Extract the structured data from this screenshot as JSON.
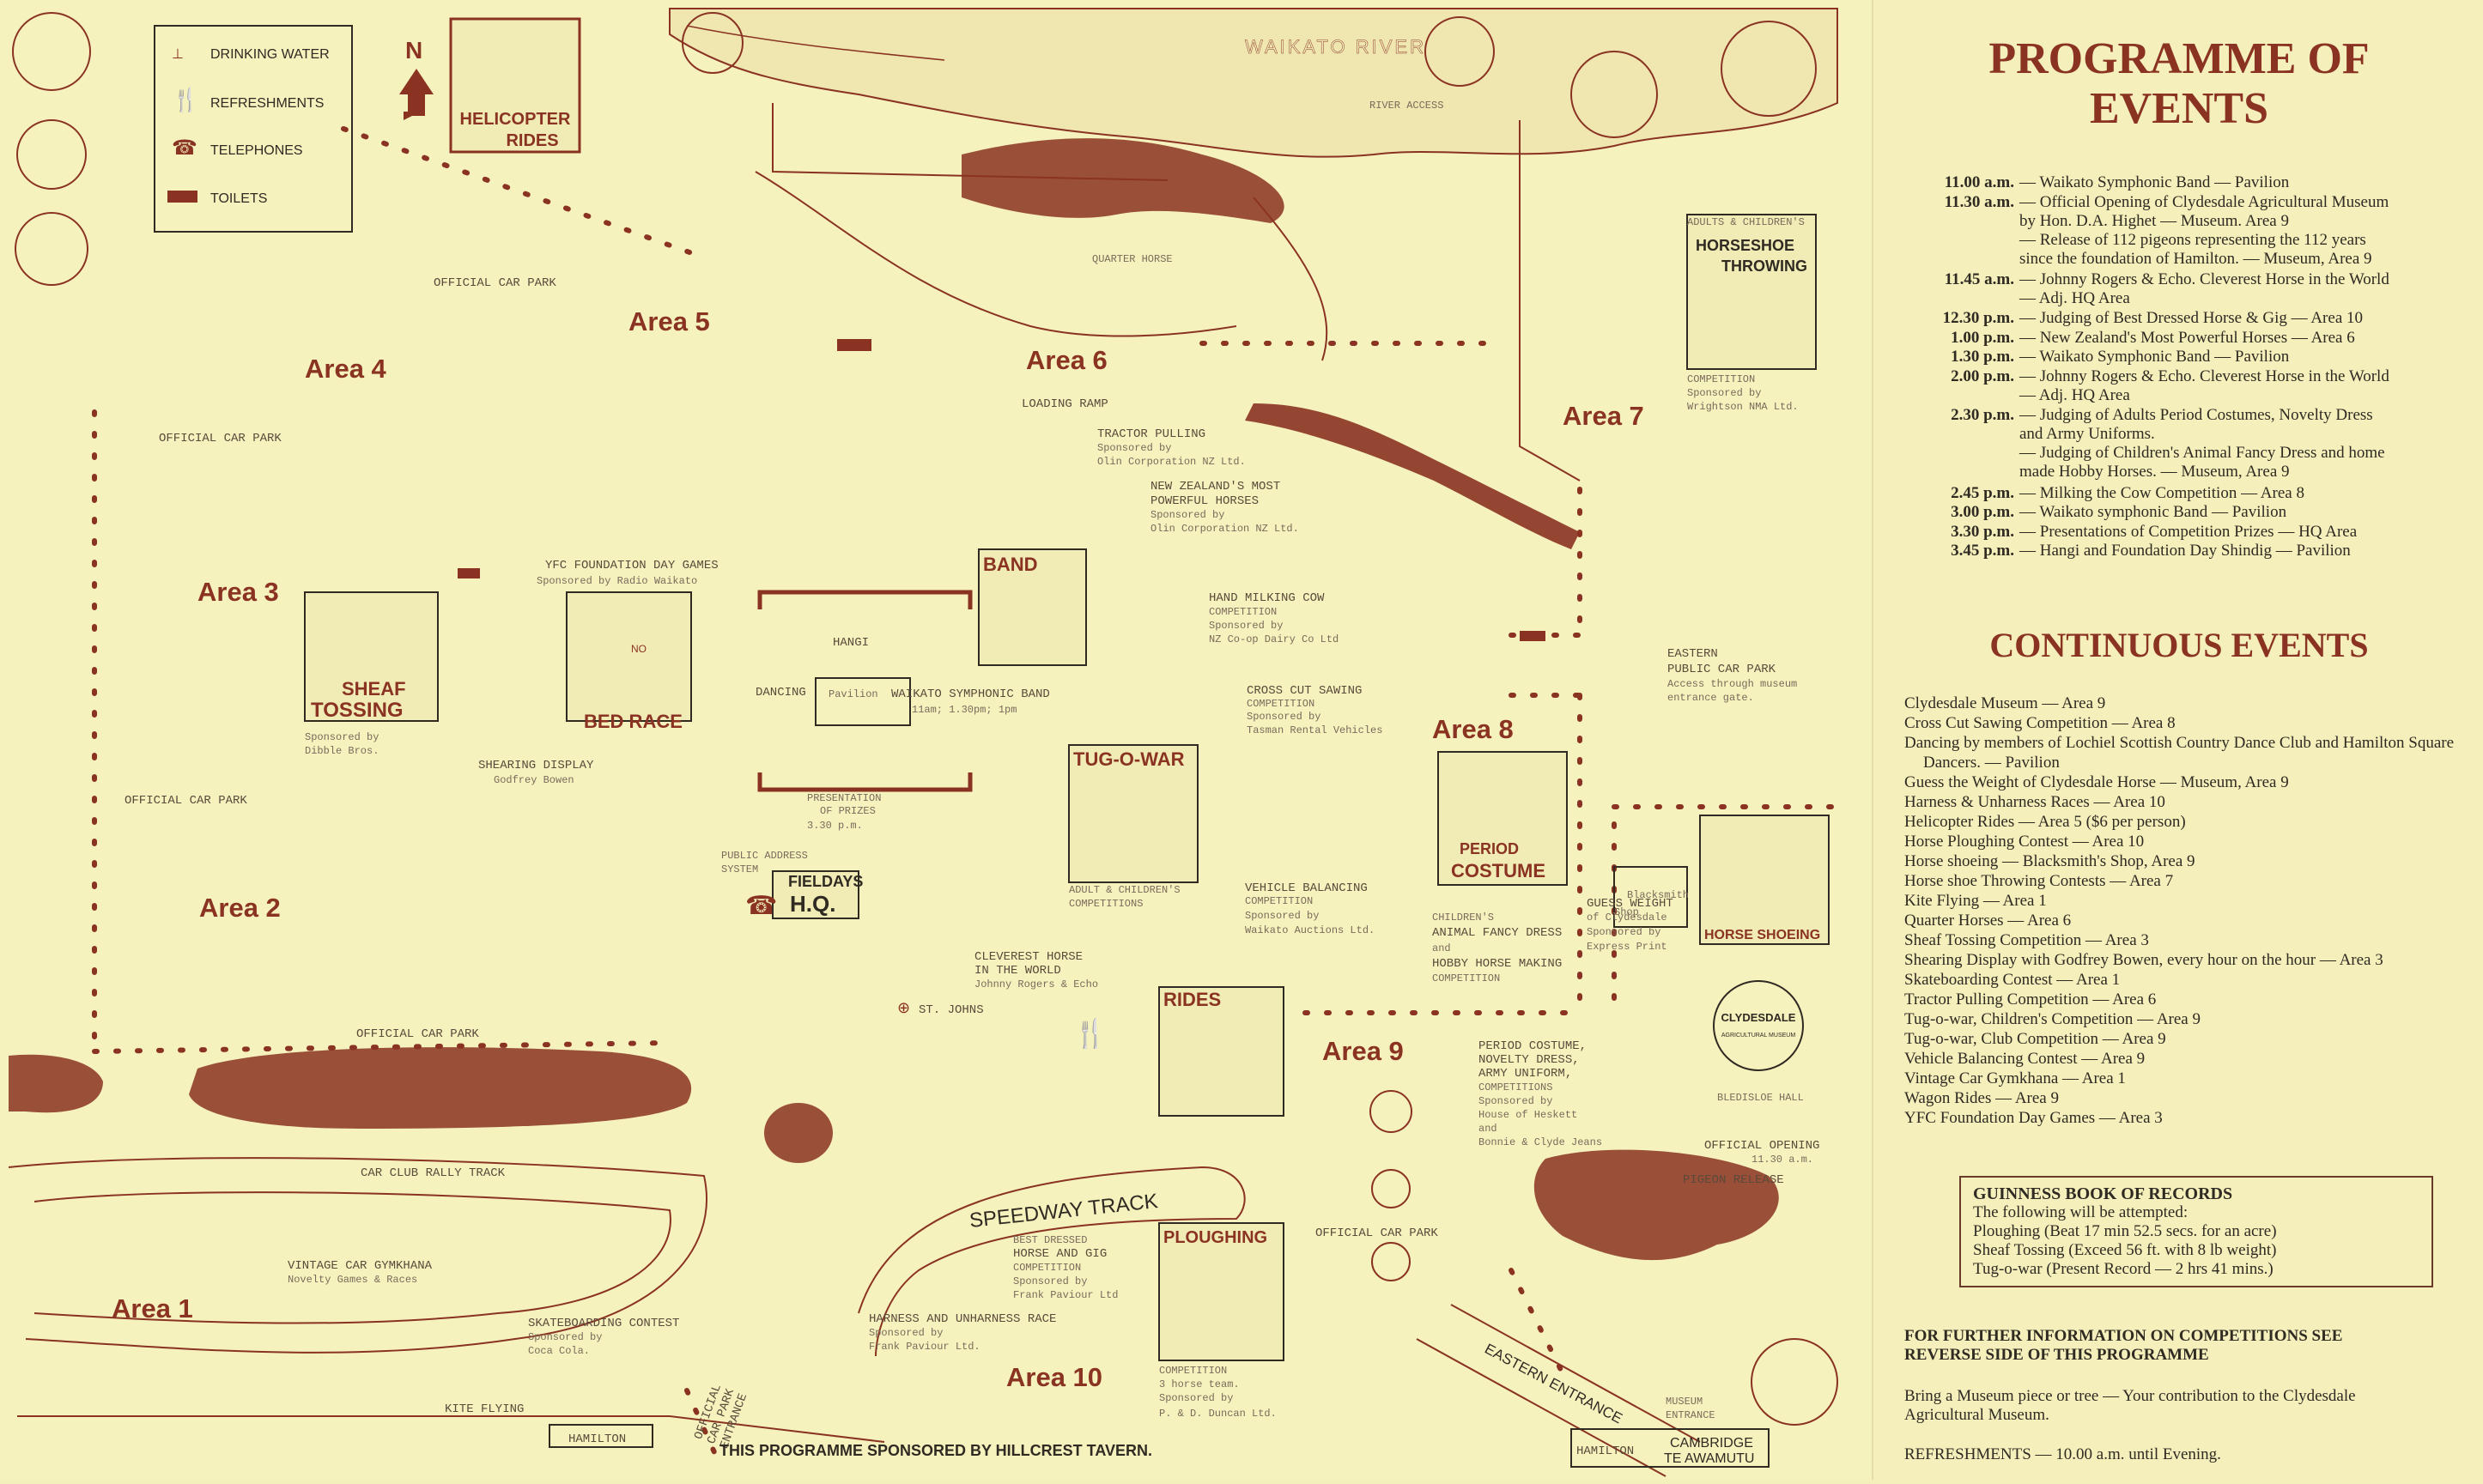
{
  "legend": {
    "items": [
      {
        "icon": "tap-icon",
        "label": "DRINKING WATER"
      },
      {
        "icon": "cutlery-icon",
        "label": "REFRESHMENTS"
      },
      {
        "icon": "telephone-icon",
        "label": "TELEPHONES"
      },
      {
        "icon": "toilet-icon",
        "label": "TOILETS"
      }
    ]
  },
  "north": "N",
  "colors": {
    "ink": "#8a3322",
    "paper": "#f6f2be",
    "text": "#2f2a22"
  },
  "map": {
    "river": "WAIKATO RIVER",
    "river_access": "RIVER ACCESS",
    "areas": [
      "Area 1",
      "Area 2",
      "Area 3",
      "Area 4",
      "Area 5",
      "Area 6",
      "Area 7",
      "Area 8",
      "Area 9",
      "Area 10"
    ],
    "car_parks": [
      "OFFICIAL CAR PARK",
      "OFFICIAL CAR PARK",
      "OFFICIAL CAR PARK",
      "OFFICIAL CAR PARK",
      "OFFICIAL CAR PARK"
    ],
    "eastern_car_park": [
      "EASTERN",
      "PUBLIC CAR PARK",
      "Access through museum",
      "entrance gate."
    ],
    "loading_ramp": "LOADING RAMP",
    "quarter_horse": "QUARTER HORSE",
    "tractor": [
      "TRACTOR PULLING",
      "Sponsored by",
      "Olin Corporation NZ Ltd."
    ],
    "powerful": [
      "NEW ZEALAND'S MOST",
      "POWERFUL HORSES",
      "Sponsored by",
      "Olin Corporation NZ Ltd."
    ],
    "ytc": [
      "YFC FOUNDATION DAY GAMES",
      "Sponsored by Radio Waikato"
    ],
    "hangi": "HANGI",
    "dancing": "DANCING",
    "pavilion": "Pavilion",
    "band": [
      "WAIKATO SYMPHONIC BAND",
      "11am; 1.30pm; 1pm"
    ],
    "milking": [
      "HAND MILKING COW",
      "COMPETITION",
      "Sponsored by",
      "NZ Co-op Dairy Co Ltd"
    ],
    "crosscut": [
      "CROSS CUT SAWING",
      "COMPETITION",
      "Sponsored by",
      "Tasman Rental Vehicles"
    ],
    "shearing": [
      "SHEARING DISPLAY",
      "Godfrey Bowen"
    ],
    "sheaf_sponsor": [
      "Sponsored by",
      "Dibble Bros."
    ],
    "prizes": [
      "PRESENTATION",
      "OF PRIZES",
      "3.30 p.m."
    ],
    "pa": [
      "PUBLIC ADDRESS",
      "SYSTEM"
    ],
    "hq": [
      "FIELDAYS",
      "H.Q."
    ],
    "tug_sub": [
      "ADULT & CHILDREN'S",
      "COMPETITIONS"
    ],
    "vehicle": [
      "VEHICLE BALANCING",
      "COMPETITION",
      "Sponsored by",
      "Waikato Auctions Ltd."
    ],
    "children": [
      "CHILDREN'S",
      "ANIMAL FANCY DRESS",
      "and",
      "HOBBY HORSE MAKING",
      "COMPETITION"
    ],
    "guess": [
      "GUESS WEIGHT",
      "of Clydesdale",
      "Sponsored by",
      "Express Print"
    ],
    "blacksmith": [
      "Blacksmith",
      "Shop"
    ],
    "clever": [
      "CLEVEREST HORSE",
      "IN THE WORLD",
      "Johnny Rogers & Echo"
    ],
    "stjohns": "ST. JOHNS",
    "period": [
      "PERIOD COSTUME,",
      "NOVELTY DRESS,",
      "ARMY UNIFORM,",
      "COMPETITIONS",
      "Sponsored by",
      "House of Heskett",
      "and",
      "Bonnie & Clyde Jeans"
    ],
    "bledisloe": "BLEDISLOE HALL",
    "opening": [
      "OFFICIAL OPENING",
      "11.30 a.m."
    ],
    "pigeon": "PIGEON RELEASE",
    "car_club": "CAR CLUB RALLY TRACK",
    "vintage": [
      "VINTAGE CAR GYMKHANA",
      "Novelty Games & Races"
    ],
    "speedway": "SPEEDWAY TRACK",
    "best_dressed": [
      "BEST DRESSED",
      "HORSE AND GIG",
      "COMPETITION",
      "Sponsored by",
      "Frank Paviour Ltd"
    ],
    "harness": [
      "HARNESS AND UNHARNESS RACE",
      "Sponsored by",
      "Frank Paviour Ltd."
    ],
    "plough_sub": [
      "COMPETITION",
      "3 horse team.",
      "Sponsored by",
      "P. & D. Duncan Ltd."
    ],
    "skate": [
      "SKATEBOARDING CONTEST",
      "Sponsored by",
      "Coca Cola."
    ],
    "official_entrance": [
      "OFFICIAL",
      "CAR PARK",
      "ENTRANCE"
    ],
    "kite": "KITE FLYING",
    "hamilton_left": "HAMILTON",
    "eastern_entrance": "EASTERN ENTRANCE",
    "museum_entrance": [
      "MUSEUM",
      "ENTRANCE"
    ],
    "hamilton_right": "HAMILTON",
    "cambridge": [
      "CAMBRIDGE",
      "TE AWAMUTU"
    ],
    "horseshoe_sub": [
      "ADULTS & CHILDREN'S"
    ],
    "horseshoe_sponsor": [
      "COMPETITION",
      "Sponsored by",
      "Wrightson NMA Ltd."
    ],
    "sponsor_footer": "THIS PROGRAMME SPONSORED BY HILLCREST TAVERN.",
    "clydesdale_seal": "CLYDESDALE",
    "seal_sub": "AGRICULTURAL MUSEUM",
    "signs": [
      "HELICOPTER",
      "RIDES",
      "SHEAF",
      "TOSSING",
      "BED RACE",
      "BAND",
      "TUG-O-WAR",
      "PERIOD",
      "COSTUME",
      "HORSE SHOEING",
      "RIDES",
      "PLOUGHING",
      "HORSESHOE",
      "THROWING",
      "NO"
    ]
  },
  "programme": {
    "title": [
      "PROGRAMME OF",
      "EVENTS"
    ],
    "events": [
      {
        "time": "11.00 a.m.",
        "lines": [
          "— Waikato Symphonic Band — Pavilion"
        ]
      },
      {
        "time": "11.30 a.m.",
        "lines": [
          "— Official Opening of Clydesdale Agricultural Museum",
          "by Hon. D.A. Highet — Museum. Area 9",
          "— Release of 112 pigeons representing the 112 years",
          "since the foundation of Hamilton. — Museum, Area 9"
        ]
      },
      {
        "time": "11.45 a.m.",
        "lines": [
          "— Johnny Rogers & Echo. Cleverest Horse in the World",
          "— Adj. HQ Area"
        ]
      },
      {
        "time": "12.30 p.m.",
        "lines": [
          "— Judging of Best Dressed Horse & Gig — Area 10"
        ]
      },
      {
        "time": "1.00 p.m.",
        "lines": [
          "— New Zealand's Most Powerful Horses — Area 6"
        ]
      },
      {
        "time": "1.30 p.m.",
        "lines": [
          "— Waikato Symphonic Band — Pavilion"
        ]
      },
      {
        "time": "2.00 p.m.",
        "lines": [
          "— Johnny Rogers & Echo. Cleverest Horse in the World",
          "— Adj. HQ Area"
        ]
      },
      {
        "time": "2.30 p.m.",
        "lines": [
          "— Judging of Adults Period Costumes, Novelty Dress",
          "and Army Uniforms.",
          "— Judging of Children's Animal Fancy Dress and home",
          "made Hobby Horses. — Museum, Area 9"
        ]
      },
      {
        "time": "2.45 p.m.",
        "lines": [
          "— Milking the Cow Competition — Area 8"
        ]
      },
      {
        "time": "3.00 p.m.",
        "lines": [
          "— Waikato symphonic Band — Pavilion"
        ]
      },
      {
        "time": "3.30 p.m.",
        "lines": [
          "— Presentations of Competition Prizes — HQ Area"
        ]
      },
      {
        "time": "3.45 p.m.",
        "lines": [
          "— Hangi and Foundation Day Shindig — Pavilion"
        ]
      }
    ]
  },
  "continuous": {
    "title": "CONTINUOUS EVENTS",
    "items": [
      "Clydesdale Museum — Area 9",
      "Cross Cut Sawing Competition — Area 8",
      "Dancing by members of Lochiel Scottish Country Dance Club and Hamilton Square Dancers. — Pavilion",
      "Guess the Weight of Clydesdale Horse — Museum, Area 9",
      "Harness & Unharness Races — Area 10",
      "Helicopter Rides — Area 5 ($6 per person)",
      "Horse Ploughing Contest — Area 10",
      "Horse shoeing — Blacksmith's Shop, Area 9",
      "Horse shoe Throwing Contests — Area 7",
      "Kite Flying — Area 1",
      "Quarter Horses — Area 6",
      "Sheaf Tossing Competition — Area 3",
      "Shearing Display with Godfrey Bowen, every hour on the hour — Area 3",
      "Skateboarding Contest — Area 1",
      "Tractor Pulling Competition — Area 6",
      "Tug-o-war, Children's Competition — Area 9",
      "Tug-o-war, Club Competition — Area 9",
      "Vehicle Balancing Contest — Area 9",
      "Vintage Car Gymkhana — Area 1",
      "Wagon Rides — Area 9",
      "YFC Foundation Day Games — Area 3"
    ]
  },
  "guinness": {
    "title": "GUINNESS BOOK OF RECORDS",
    "lines": [
      "The following will be attempted:",
      "Ploughing (Beat 17 min 52.5 secs. for an acre)",
      "Sheaf Tossing (Exceed 56 ft. with 8 lb weight)",
      "Tug-o-war (Present Record — 2 hrs 41 mins.)"
    ]
  },
  "further": [
    "FOR FURTHER INFORMATION ON COMPETITIONS SEE",
    "REVERSE SIDE OF THIS PROGRAMME"
  ],
  "bring": "Bring a Museum piece or tree — Your contribution to the Clydesdale Agricultural Museum.",
  "refreshments": "REFRESHMENTS — 10.00 a.m. until Evening."
}
